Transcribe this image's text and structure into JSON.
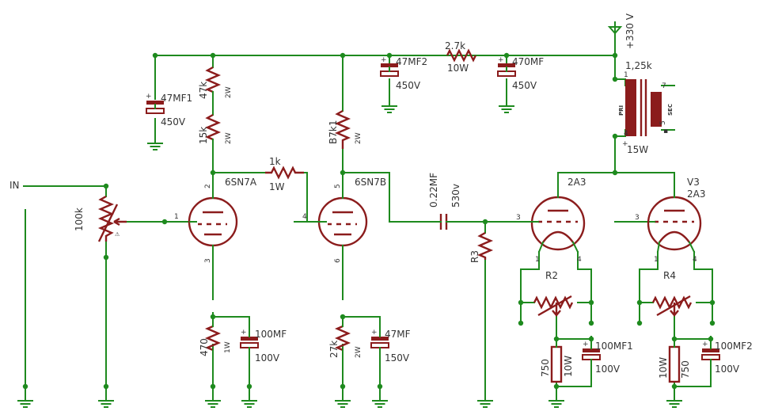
{
  "schematic": {
    "colors": {
      "wire": "#1e8a1e",
      "part": "#8b1c1c",
      "text": "#333333"
    },
    "input": "IN",
    "supply": "+330 V",
    "pot_in": "100k",
    "c47mf1": {
      "name": "47MF1",
      "volt": "450V"
    },
    "r47k": {
      "value": "47k",
      "watt": "2W"
    },
    "r15k": {
      "value": "15k",
      "watt": "2W"
    },
    "r1k": {
      "value": "1k",
      "watt": "1W"
    },
    "r87k": {
      "value": "B7k1",
      "watt": "2W"
    },
    "c47mf2": {
      "name": "47MF2",
      "volt": "450V"
    },
    "r27k_top": {
      "value": "2.7k",
      "watt": "10W"
    },
    "c470mf": {
      "name": "470MF",
      "volt": "450V"
    },
    "trafo": {
      "value": "1,25k",
      "watt": "15W",
      "pri": "PRI",
      "sec": "SEC",
      "p1": "1",
      "p4": "4",
      "p7": "7",
      "p5": "5"
    },
    "tube_a": {
      "name": "6SN7A",
      "p1": "1",
      "p2": "2",
      "p3": "3"
    },
    "tube_b": {
      "name": "6SN7B",
      "p4": "4",
      "p5": "5",
      "p6": "6"
    },
    "cap_coupling": {
      "value": "0.22MF",
      "volt": "530v"
    },
    "r3": "R3",
    "v2": {
      "name": "2A3",
      "g": "3",
      "f1": "1",
      "f4": "4"
    },
    "v3": {
      "name": "V3",
      "type": "2A3",
      "g": "3",
      "f1": "1",
      "f4": "4"
    },
    "r2": "R2",
    "r4": "R4",
    "r470": {
      "value": "470",
      "watt": "1W"
    },
    "c100mf": {
      "name": "100MF",
      "volt": "100V"
    },
    "r27k_bot": {
      "value": "27k",
      "watt": "2W"
    },
    "c47mf": {
      "name": "47MF",
      "volt": "150V"
    },
    "r750a": {
      "value": "750",
      "watt": "10W"
    },
    "c100mf1": {
      "name": "100MF1",
      "volt": "100V"
    },
    "r750b": {
      "value": "750",
      "watt": "10W"
    },
    "c100mf2": {
      "name": "100MF2",
      "volt": "100V"
    }
  }
}
